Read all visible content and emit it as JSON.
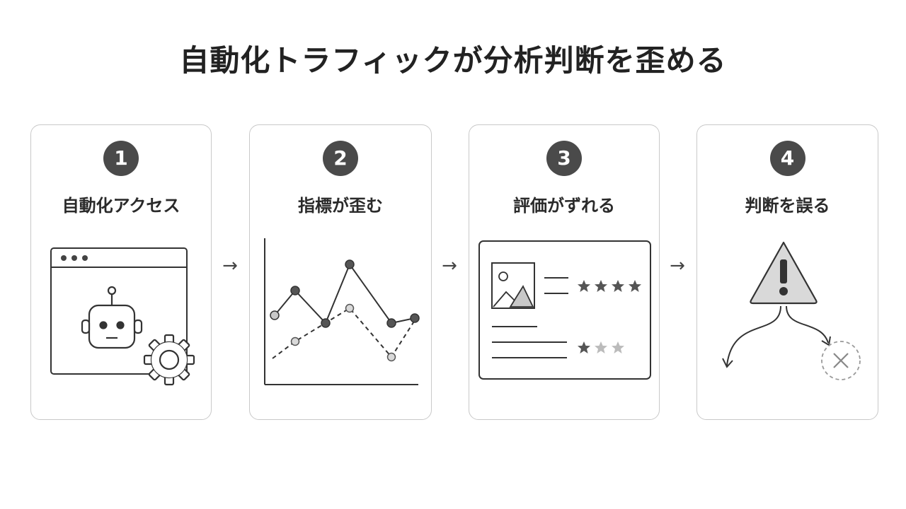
{
  "title": "自動化トラフィックが分析判断を歪める",
  "steps": [
    {
      "number": "1",
      "label": "自動化アクセス"
    },
    {
      "number": "2",
      "label": "指標が歪む"
    },
    {
      "number": "3",
      "label": "評価がずれる"
    },
    {
      "number": "4",
      "label": "判断を誤る"
    }
  ],
  "arrow_glyph": "→",
  "colors": {
    "dark": "#4a4a4a",
    "line": "#333333",
    "light_fill": "#d9d9d9",
    "muted": "#bbbbbb"
  }
}
